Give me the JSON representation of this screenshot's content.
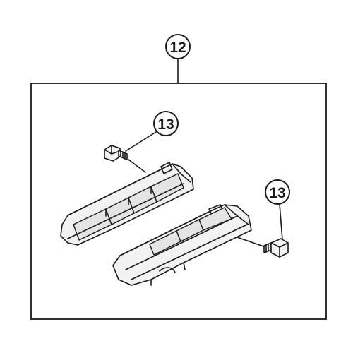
{
  "diagram": {
    "assembly_callout": {
      "number": "12"
    },
    "screw_callouts": [
      {
        "number": "13"
      },
      {
        "number": "13"
      }
    ]
  }
}
